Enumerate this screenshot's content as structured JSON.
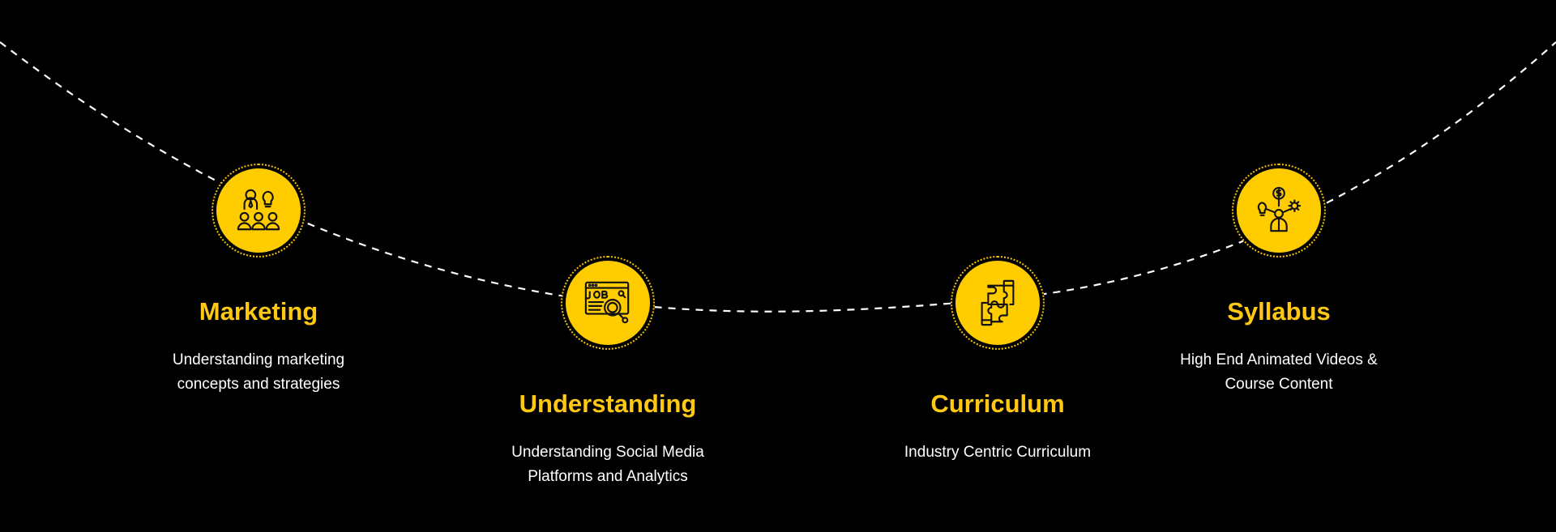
{
  "colors": {
    "background": "#000000",
    "accent": "#ffcc00",
    "title": "#ffc913",
    "text": "#ffffff",
    "path": "#ffffff"
  },
  "steps": [
    {
      "icon": "team-presentation-icon",
      "title": "Marketing",
      "description": "Understanding marketing concepts and strategies"
    },
    {
      "icon": "job-search-icon",
      "title": "Understanding",
      "description": "Understanding Social Media Platforms and Analytics"
    },
    {
      "icon": "handshake-puzzle-icon",
      "title": "Curriculum",
      "description": "Industry Centric Curriculum"
    },
    {
      "icon": "business-ideas-icon",
      "title": "Syllabus",
      "description": "High End Animated Videos & Course Content"
    }
  ]
}
